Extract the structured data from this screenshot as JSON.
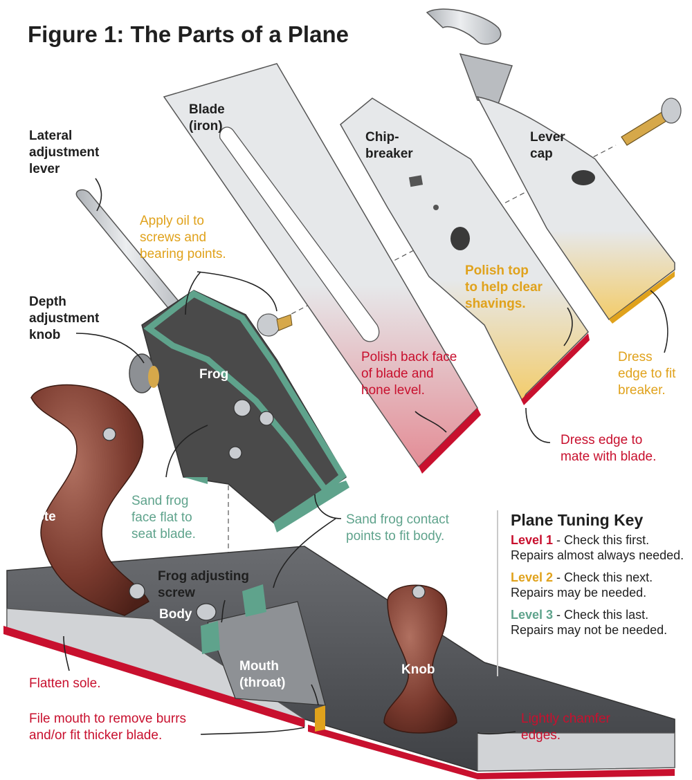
{
  "title": {
    "prefix": "Figure 1:",
    "text": "The Parts of a Plane"
  },
  "colors": {
    "level1": "#c8102e",
    "level2": "#e0a21c",
    "level3": "#5fa38c",
    "metal": "#c9ccd0",
    "wood": "#7a3a2e",
    "frog": "#4a4a4a"
  },
  "parts": {
    "lateral_lever": "Lateral\nadjustment\nlever",
    "blade": "Blade\n(iron)",
    "chipbreaker": "Chip-\nbreaker",
    "lever_cap": "Lever\ncap",
    "depth_knob": "Depth\nadjustment\nknob",
    "frog": "Frog",
    "tote": "Tote",
    "frog_screw": "Frog adjusting\nscrew",
    "body": "Body",
    "mouth": "Mouth\n(throat)",
    "knob": "Knob"
  },
  "notes": {
    "apply_oil": "Apply oil to\nscrews and\nbearing points.",
    "polish_top": "Polish top\nto help clear\nshavings.",
    "polish_back": "Polish back face\nof blade and\nhone level.",
    "dress_breaker": "Dress\nedge to fit\nbreaker.",
    "dress_mate": "Dress edge to\nmate with blade.",
    "sand_face": "Sand frog\nface flat to\nseat blade.",
    "sand_contact": "Sand frog contact\npoints to fit body.",
    "flatten_sole": "Flatten sole.",
    "file_mouth": "File mouth to remove burrs\nand/or fit thicker blade.",
    "chamfer": "Lightly chamfer\nedges."
  },
  "key": {
    "heading": "Plane Tuning Key",
    "level1": {
      "label": "Level 1",
      "text": " - Check this first. Repairs almost always needed."
    },
    "level2": {
      "label": "Level 2",
      "text": " - Check this next. Repairs may be needed."
    },
    "level3": {
      "label": "Level 3",
      "text": " - Check this last. Repairs may not be needed."
    }
  }
}
